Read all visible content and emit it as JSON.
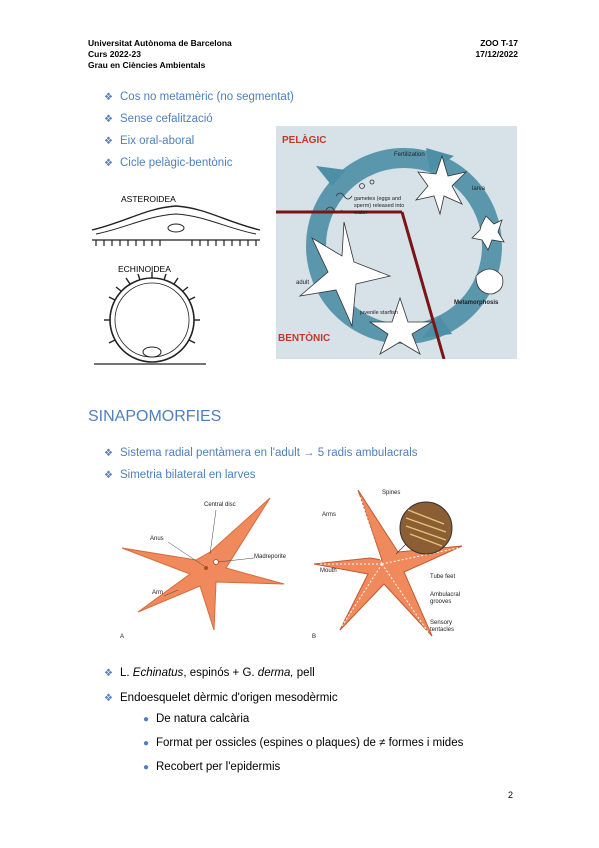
{
  "header": {
    "left": [
      "Universitat Autònoma de Barcelona",
      "Curs 2022-23",
      "Grau en Ciències Ambientals"
    ],
    "right": [
      "ZOO T-17",
      "17/12/2022"
    ]
  },
  "bullets_top": [
    "Cos no metamèric (no segmentat)",
    "Sense cefalització",
    "Eix oral-aboral",
    "Cicle pelàgic-bentònic"
  ],
  "figure_sections": {
    "asteroidea": "ASTEROIDEA",
    "echinoidea": "ECHINOIDEA"
  },
  "lifecycle": {
    "pelagic": "PELÀGIC",
    "benthic": "BENTÒNIC",
    "fertilization": "Fertilization",
    "gametes": "gametes (eggs and sperm) released into water",
    "larva": "larva",
    "metamorphosis": "Metamorphosis",
    "adult": "adult",
    "juvenile": "juvenile starfish"
  },
  "section_title": "SINAPOMORFIES",
  "bullets_syn": [
    "Sistema radial pentàmera en l'adult → 5 radis ambulacrals",
    "Simetria bilateral en larves"
  ],
  "starfish": {
    "a_labels": {
      "central_disc": "Central disc",
      "anus": "Anus",
      "madreporite": "Madreporite",
      "arm": "Arm",
      "letter": "A"
    },
    "b_labels": {
      "spines": "Spines",
      "arms": "Arms",
      "mouth": "Mouth",
      "tube_feet": "Tube feet",
      "grooves": "Ambulacral grooves",
      "tentacles": "Sensory tentacles",
      "letter": "B"
    }
  },
  "bullets_bottom": {
    "etym_pre": "L. ",
    "etym_word1": "Echinatus",
    "etym_mid": ", espinós + G. ",
    "etym_word2": "derma,",
    "etym_post": " pell",
    "endo": "Endoesquelet dèrmic d'origen mesodèrmic"
  },
  "sub_bullets": [
    "De natura calcària",
    "Format per ossicles (espines o plaques) de ≠ formes i mides",
    "Recobert per l'epidermis"
  ],
  "page_number": "2",
  "colors": {
    "accent": "#4f7fbd",
    "starfish": "#f08a5d",
    "lifecycle_bg": "#d6e1e8",
    "cycle_arrow": "#4c8fa6",
    "boundary": "#7a1515"
  }
}
